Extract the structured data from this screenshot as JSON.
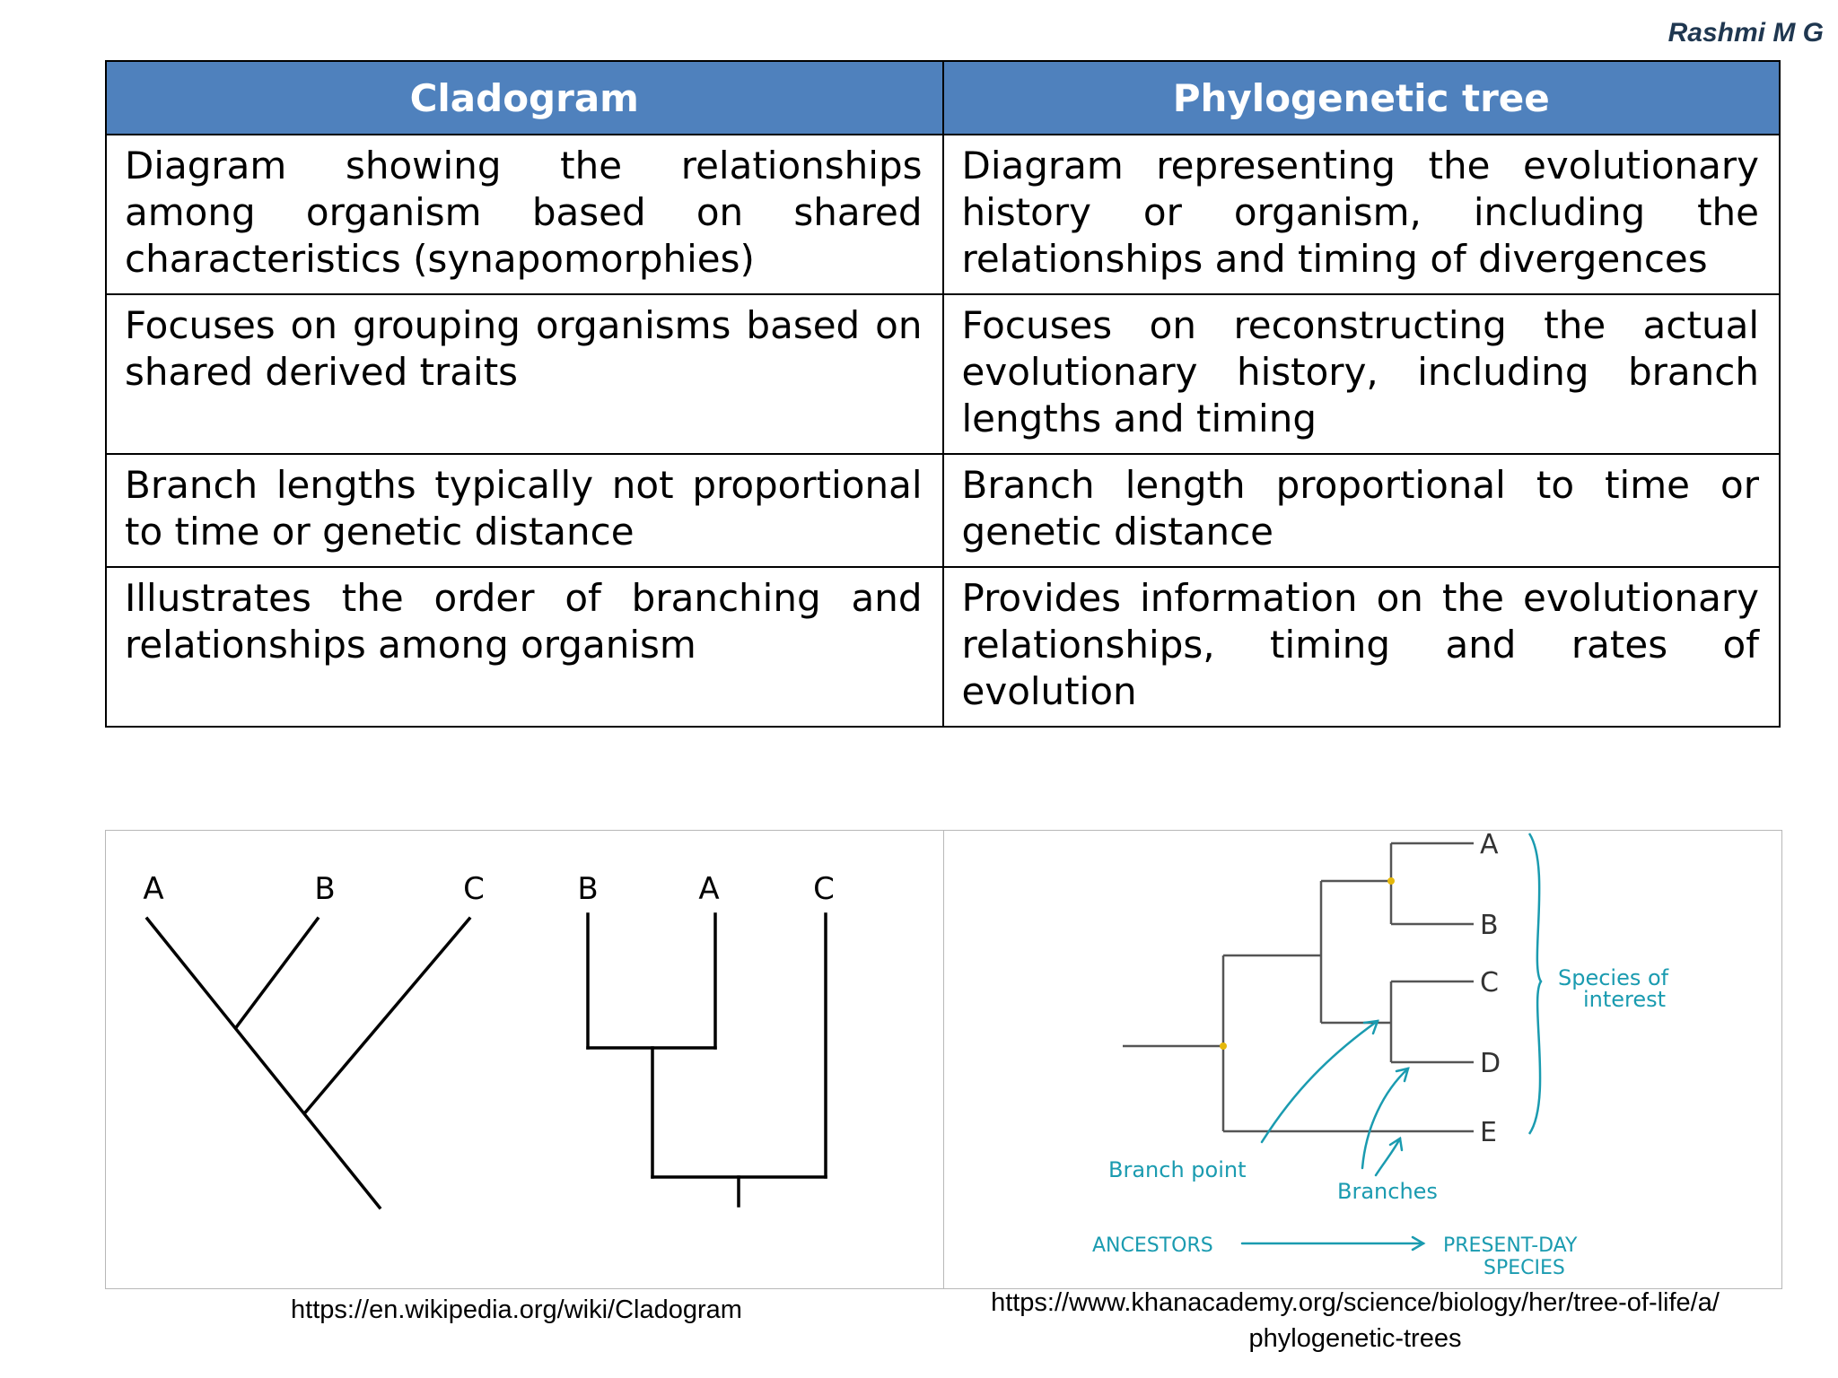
{
  "author": "Rashmi M G",
  "table": {
    "headers": [
      "Cladogram",
      "Phylogenetic tree"
    ],
    "rows": [
      [
        "Diagram showing the relationships among organism based on shared characteristics (synapomorphies)",
        "Diagram representing the evolutionary history or organism, including the relationships and timing of divergences"
      ],
      [
        "Focuses on grouping organisms based on shared derived traits",
        "Focuses on reconstructing the actual evolutionary history, including branch lengths and timing"
      ],
      [
        "Branch lengths typically not proportional to time or genetic distance",
        "Branch length proportional to time or genetic distance"
      ],
      [
        "Illustrates the order of branching and relationships among organism",
        "Provides information on the evolutionary relationships, timing and rates of evolution"
      ]
    ]
  },
  "cladogram_figure": {
    "diagonal_labels": [
      "A",
      "B",
      "C"
    ],
    "rectangular_labels": [
      "B",
      "A",
      "C"
    ],
    "source": "https://en.wikipedia.org/wiki/Cladogram"
  },
  "phylo_figure": {
    "tips": [
      "A",
      "B",
      "C",
      "D",
      "E"
    ],
    "species_label_line1": "Species of",
    "species_label_line2": "interest",
    "branch_point_label": "Branch point",
    "branches_label": "Branches",
    "ancestors_label": "ANCESTORS",
    "present_line1": "PRESENT-DAY",
    "present_line2": "SPECIES",
    "source_line1": "https://www.khanacademy.org/science/biology/her/tree-of-life/a/",
    "source_line2": "phylogenetic-trees",
    "accent_color": "#1a9bb0",
    "node_color": "#e5b80b"
  }
}
